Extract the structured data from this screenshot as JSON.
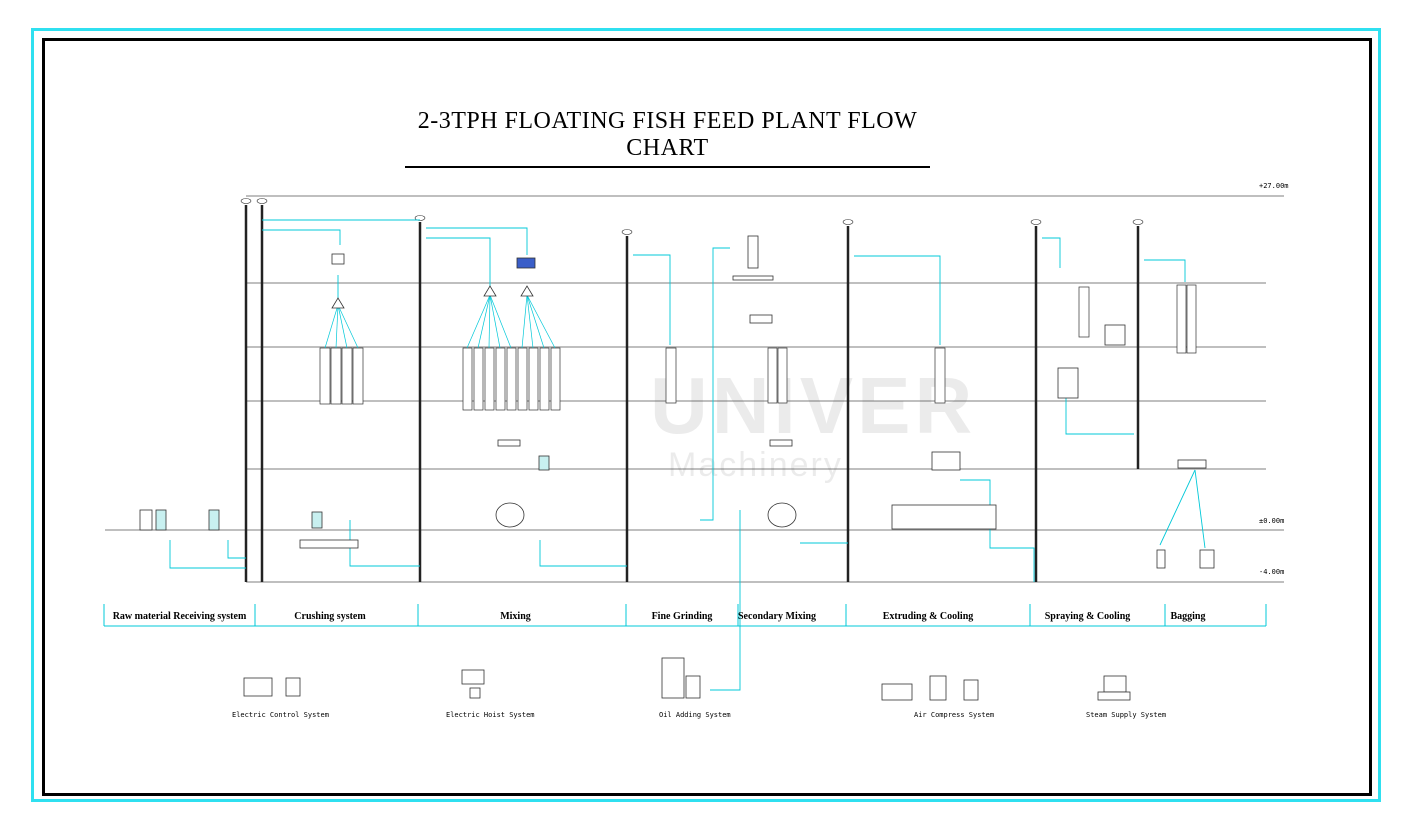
{
  "title": "2-3TPH FLOATING FISH FEED PLANT FLOW CHART",
  "levels": {
    "top": "+27.00m",
    "ground": "±0.00m",
    "bottom": "-4.00m"
  },
  "sections": [
    "Raw material Receiving system",
    "Crushing system",
    "Mixing",
    "Fine Grinding",
    "Secondary Mixing",
    "Extruding & Cooling",
    "Spraying & Cooling",
    "Bagging"
  ],
  "systems": [
    "Electric Control System",
    "Electric Hoist System",
    "Oil Adding System",
    "Air Compress System",
    "Steam Supply System"
  ],
  "watermark": {
    "brand": "UNIVER",
    "sub": "Machinery"
  },
  "colors": {
    "flow": "#00c8d8",
    "frame_outer": "#2fe0f0",
    "frame_inner": "#000000"
  }
}
